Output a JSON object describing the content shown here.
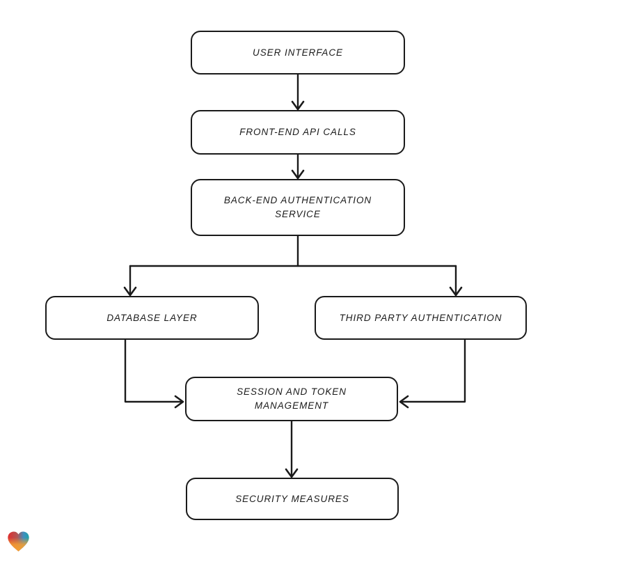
{
  "canvas": {
    "background": "#ffffff",
    "stroke_color": "#1a1a1a",
    "node_fill": "#ffffff"
  },
  "diagram": {
    "nodes": [
      {
        "id": "user-interface",
        "label": "USER INTERFACE"
      },
      {
        "id": "front-end-api-calls",
        "label": "FRONT-END API CALLS"
      },
      {
        "id": "back-end-authentication-service",
        "label": "BACK-END AUTHENTICATION SERVICE"
      },
      {
        "id": "database-layer",
        "label": "DATABASE LAYER"
      },
      {
        "id": "third-party-authentication",
        "label": "THIRD PARTY AUTHENTICATION"
      },
      {
        "id": "session-and-token-management",
        "label": "SESSION AND TOKEN MANAGEMENT"
      },
      {
        "id": "security-measures",
        "label": "SECURITY MEASURES"
      }
    ],
    "edges": [
      {
        "from": "user-interface",
        "to": "front-end-api-calls"
      },
      {
        "from": "front-end-api-calls",
        "to": "back-end-authentication-service"
      },
      {
        "from": "back-end-authentication-service",
        "to": "database-layer"
      },
      {
        "from": "back-end-authentication-service",
        "to": "third-party-authentication"
      },
      {
        "from": "database-layer",
        "to": "session-and-token-management"
      },
      {
        "from": "third-party-authentication",
        "to": "session-and-token-management"
      },
      {
        "from": "session-and-token-management",
        "to": "security-measures"
      }
    ]
  },
  "logo": {
    "name": "heart-gradient-logo",
    "colors": {
      "red": "#e02f2f",
      "teal": "#1ca3a8",
      "orange": "#f5a032"
    }
  }
}
